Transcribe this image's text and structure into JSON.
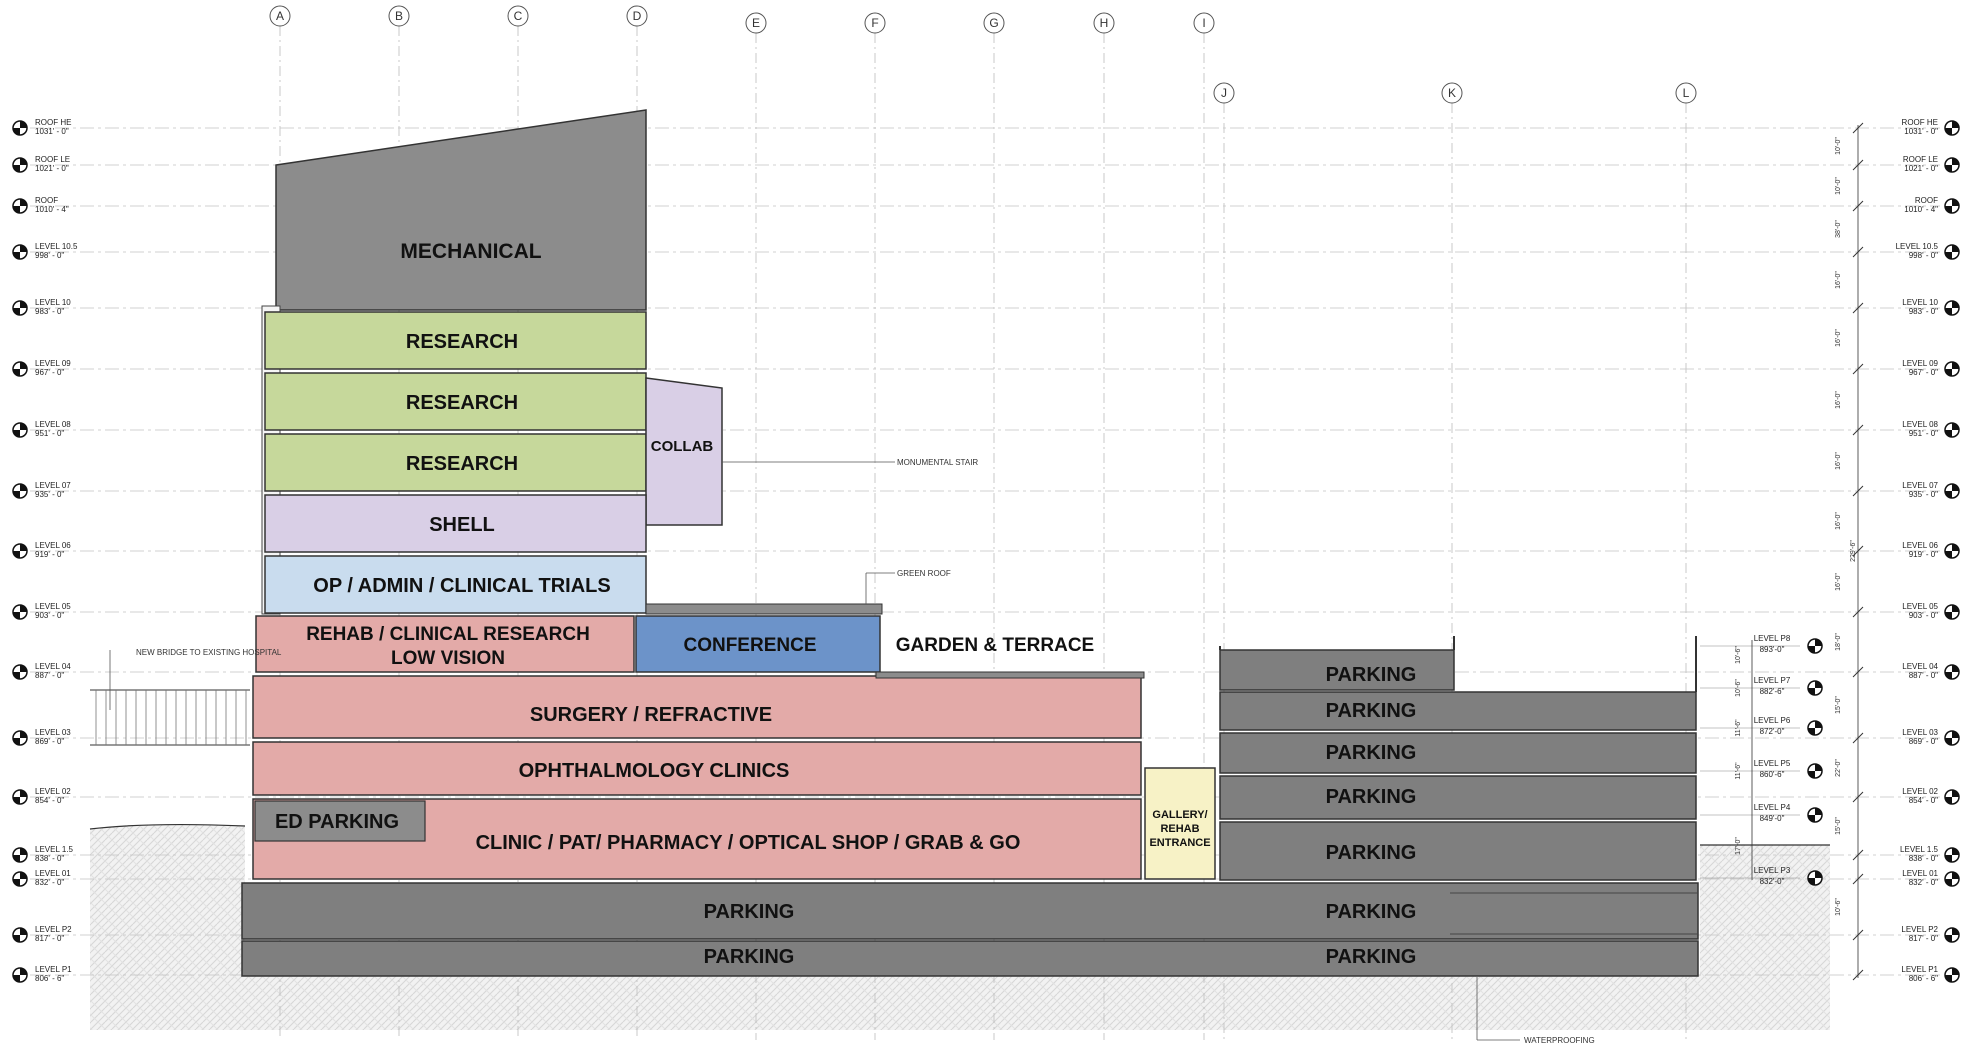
{
  "grid_top": [
    "A",
    "B",
    "C",
    "D",
    "E",
    "F",
    "G",
    "H",
    "I"
  ],
  "grid_right": [
    "J",
    "K",
    "L"
  ],
  "levels": [
    {
      "name": "ROOF HE",
      "elev": "1031' - 0\""
    },
    {
      "name": "ROOF LE",
      "elev": "1021' - 0\""
    },
    {
      "name": "ROOF",
      "elev": "1010' - 4\""
    },
    {
      "name": "LEVEL 10.5",
      "elev": "998' - 0\""
    },
    {
      "name": "LEVEL 10",
      "elev": "983' - 0\""
    },
    {
      "name": "LEVEL 09",
      "elev": "967' - 0\""
    },
    {
      "name": "LEVEL 08",
      "elev": "951' - 0\""
    },
    {
      "name": "LEVEL 07",
      "elev": "935' - 0\""
    },
    {
      "name": "LEVEL 06",
      "elev": "919' - 0\""
    },
    {
      "name": "LEVEL 05",
      "elev": "903' - 0\""
    },
    {
      "name": "LEVEL 04",
      "elev": "887' - 0\""
    },
    {
      "name": "LEVEL 03",
      "elev": "869' - 0\""
    },
    {
      "name": "LEVEL 02",
      "elev": "854' - 0\""
    },
    {
      "name": "LEVEL 1.5",
      "elev": "838' - 0\""
    },
    {
      "name": "LEVEL 01",
      "elev": "832' - 0\""
    },
    {
      "name": "LEVEL P2",
      "elev": "817' - 0\""
    },
    {
      "name": "LEVEL P1",
      "elev": "806' - 6\""
    }
  ],
  "parking_levels": [
    {
      "name": "LEVEL P8",
      "elev": "893'-0\""
    },
    {
      "name": "LEVEL P7",
      "elev": "882'-6\""
    },
    {
      "name": "LEVEL P6",
      "elev": "872'-0\""
    },
    {
      "name": "LEVEL P5",
      "elev": "860'-6\""
    },
    {
      "name": "LEVEL P4",
      "elev": "849'-0\""
    },
    {
      "name": "LEVEL P3",
      "elev": "832'-0\""
    }
  ],
  "programs": {
    "mechanical": "MECHANICAL",
    "research_1": "RESEARCH",
    "research_2": "RESEARCH",
    "research_3": "RESEARCH",
    "collab": "COLLAB",
    "shell": "SHELL",
    "op_admin": "OP / ADMIN / CLINICAL TRIALS",
    "rehab_line1": "REHAB / CLINICAL RESEARCH",
    "rehab_line2": "LOW VISION",
    "conference": "CONFERENCE",
    "garden": "GARDEN & TERRACE",
    "surgery": "SURGERY / REFRACTIVE",
    "ophthalmology": "OPHTHALMOLOGY CLINICS",
    "ed_parking": "ED PARKING",
    "clinic": "CLINIC / PAT/ PHARMACY / OPTICAL SHOP / GRAB & GO",
    "gallery_line1": "GALLERY/",
    "gallery_line2": "REHAB",
    "gallery_line3": "ENTRANCE",
    "parking_main_1": "PARKING",
    "parking_main_2": "PARKING",
    "garage_1": "PARKING",
    "garage_2": "PARKING",
    "garage_3": "PARKING",
    "garage_4": "PARKING",
    "garage_5": "PARKING",
    "garage_6": "PARKING",
    "garage_7": "PARKING"
  },
  "notes": {
    "monumental_stair": "MONUMENTAL STAIR",
    "green_roof": "GREEN ROOF",
    "new_bridge": "NEW BRIDGE TO EXISTING HOSPITAL",
    "waterproofing": "WATERPROOFING"
  },
  "dimensions": [
    "10'-0\"",
    "10'-0\"",
    "38'-0\"",
    "16'-0\"",
    "16'-0\"",
    "16'-0\"",
    "16'-0\"",
    "16'-0\"",
    "16'-0\"",
    "18'-0\"",
    "15'-0\"",
    "22'-0\"",
    "15'-0\"",
    "10'-6\"",
    "229'-6\"",
    "10'-6\"",
    "10'-6\"",
    "11'-6\"",
    "11'-6\"",
    "17'-0\""
  ],
  "colors": {
    "mechanical": "#8c8c8c",
    "research": "#c6d89b",
    "collab": "#d9cfe6",
    "shell": "#d9cfe6",
    "op_admin": "#c9dcee",
    "clinical": "#e3aaa8",
    "conference": "#6c93c9",
    "parking": "#7f7f7f",
    "gallery": "#f7f2c6"
  }
}
